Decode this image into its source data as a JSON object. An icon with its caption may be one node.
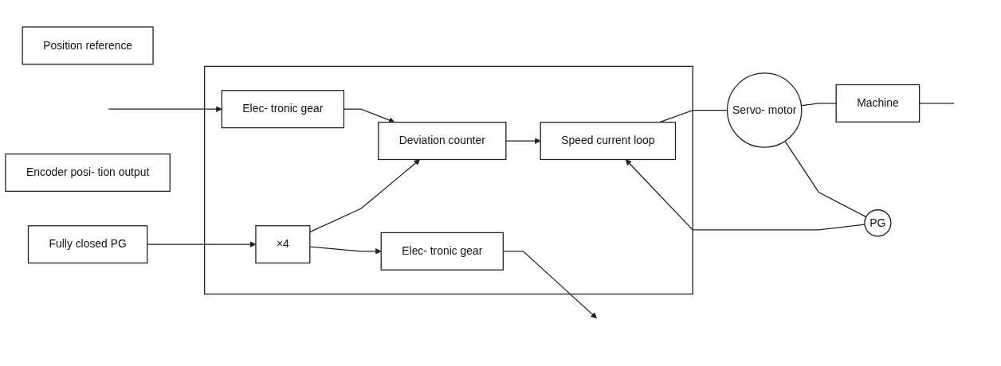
{
  "diagram": {
    "nodes": [
      {
        "text": [],
        "shape": "box"
      },
      {
        "text": [
          "Position reference"
        ]
      },
      {
        "text": [
          "Elec- tronic gear"
        ],
        "in": 0
      },
      {
        "text": [
          "Deviation counter"
        ],
        "in": 0
      },
      {
        "text": [
          "Speed current loop"
        ],
        "in": 0
      },
      {
        "text": [
          "Servo- motor"
        ]
      },
      {
        "text": [
          "Machine"
        ]
      },
      {
        "text": [
          "PG"
        ]
      },
      {
        "text": [
          "Fully closed PG"
        ]
      },
      {
        "text": [
          "Encoder posi- tion output"
        ]
      },
      {
        "text": [
          "Elec- tronic gear"
        ],
        "in": 0
      },
      {
        "text": [
          "×4"
        ],
        "in": 0
      }
    ],
    "edges": [
      {
        "from": null,
        "to": 2,
        "arrow": "to"
      },
      {
        "from": 2,
        "to": 3,
        "arrow": "to"
      },
      {
        "from": 3,
        "to": 4,
        "arrow": "to"
      },
      {
        "from": 4,
        "to": 5,
        "arrow": "none"
      },
      {
        "from": 5,
        "to": 6,
        "arrow": "none"
      },
      {
        "from": 6,
        "to": null,
        "arrow": "none"
      },
      {
        "from": 5,
        "to": 7,
        "arrow": "none"
      },
      {
        "from": 7,
        "to": 4,
        "arrow": "to"
      },
      {
        "from": 8,
        "to": 11,
        "arrow": "to"
      },
      {
        "from": 11,
        "to": 10,
        "arrow": "to"
      },
      {
        "from": 11,
        "to": 3,
        "arrow": "to"
      },
      {
        "from": 10,
        "to": null,
        "arrow": "to"
      }
    ]
  }
}
